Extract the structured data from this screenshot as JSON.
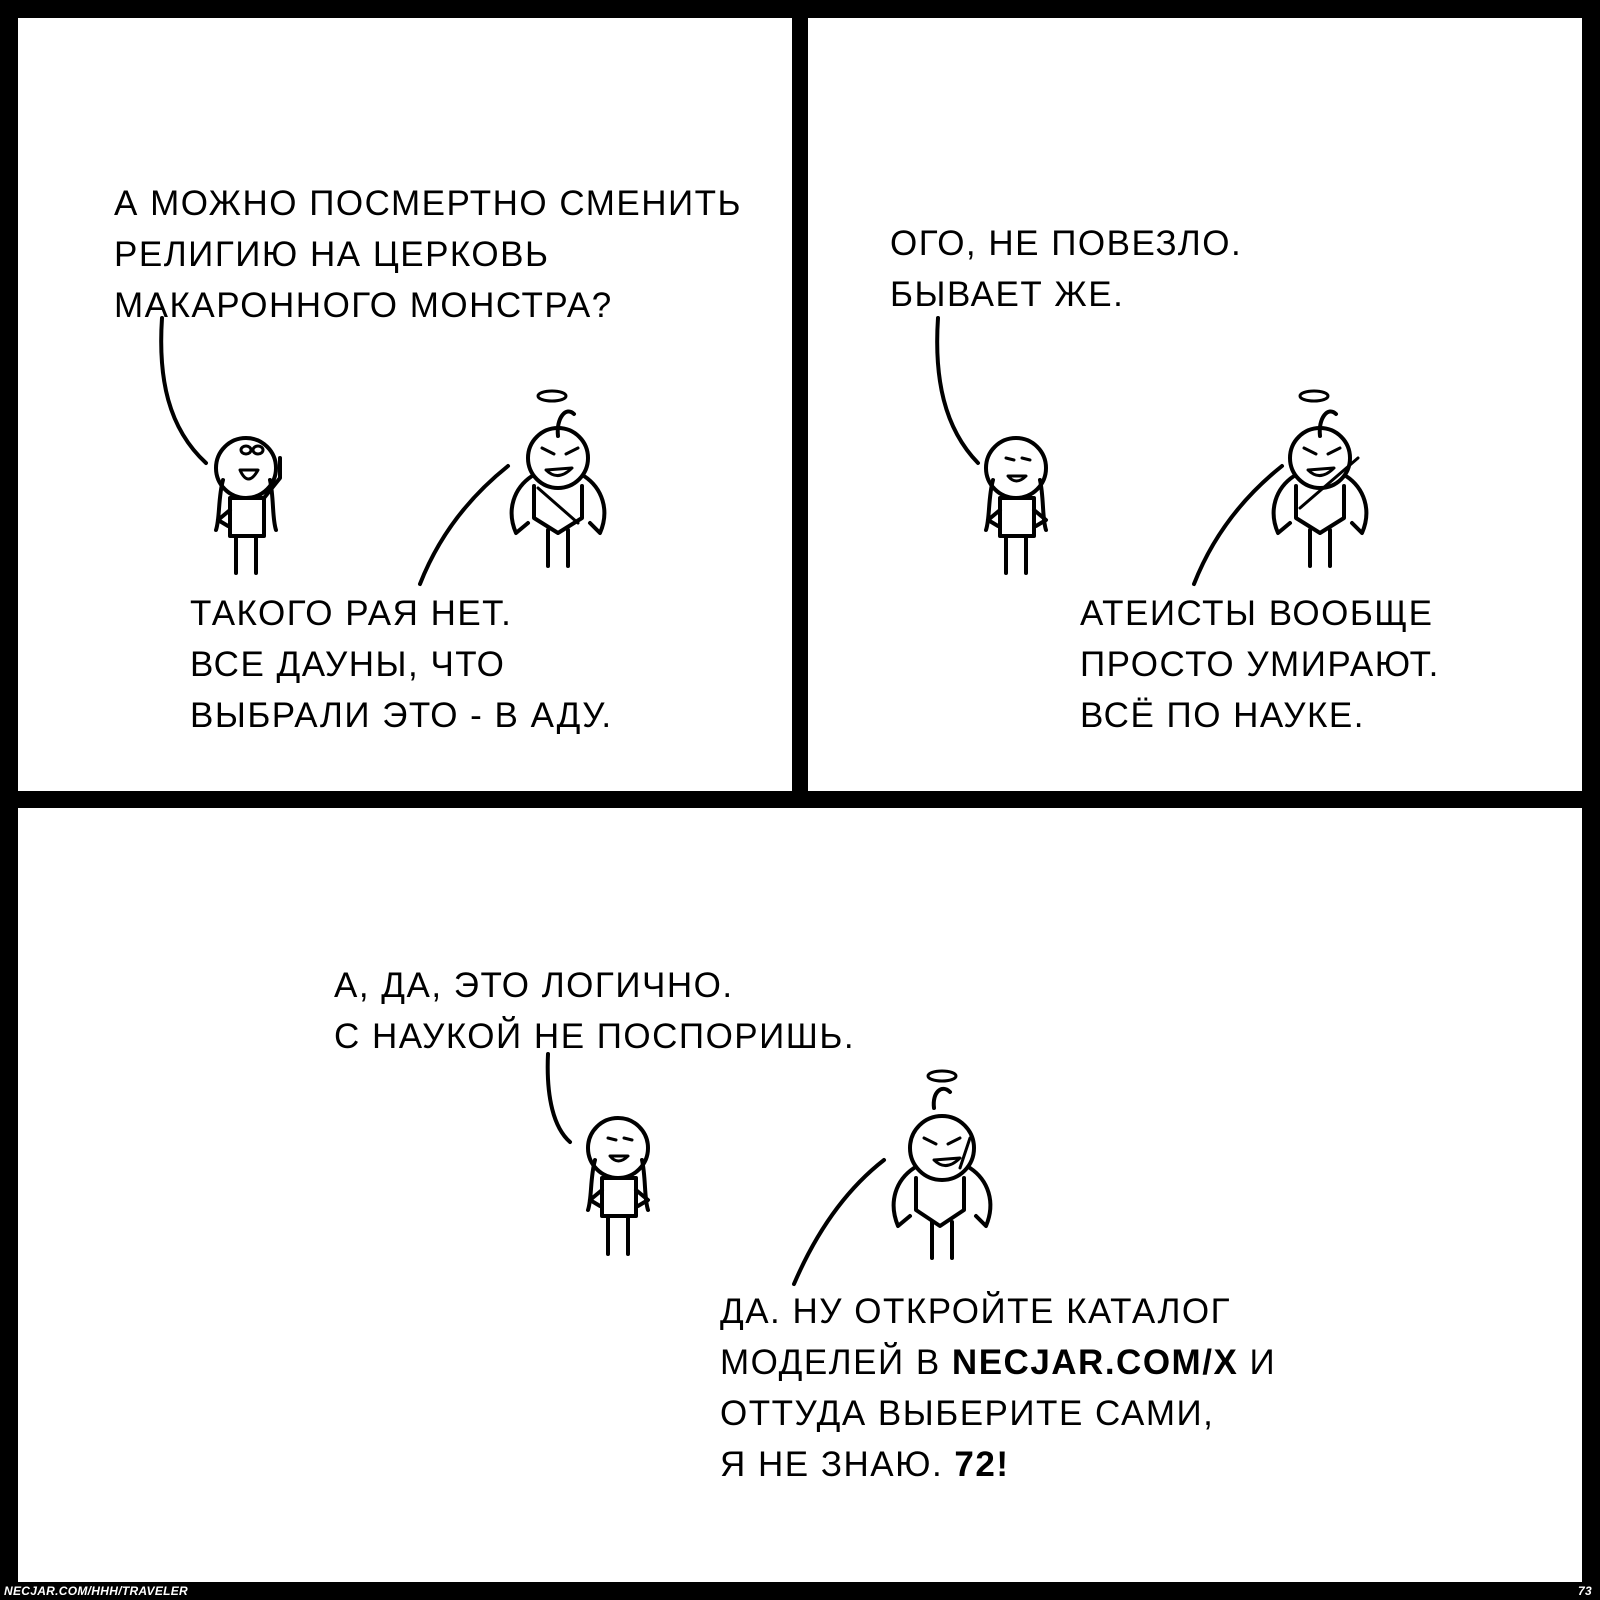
{
  "panel1": {
    "question": [
      "А МОЖНО ПОСМЕРТНО СМЕНИТЬ",
      "РЕЛИГИЮ НА ЦЕРКОВЬ",
      "МАКАРОННОГО МОНСТРА?"
    ],
    "answer": [
      "ТАКОГО РАЯ НЕТ.",
      "ВСЕ ДАУНЫ, ЧТО",
      "ВЫБРАЛИ ЭТО - В АДУ."
    ]
  },
  "panel2": {
    "question": [
      "ОГО, НЕ ПОВЕЗЛО.",
      "БЫВАЕТ ЖЕ."
    ],
    "answer": [
      "АТЕИСТЫ ВООБЩЕ",
      "ПРОСТО УМИРАЮТ.",
      "ВСЁ ПО НАУКЕ."
    ]
  },
  "panel3": {
    "question": [
      "А, ДА, ЭТО ЛОГИЧНО.",
      "С НАУКОЙ НЕ ПОСПОРИШЬ."
    ],
    "answer": {
      "line1": "ДА. НУ ОТКРОЙТЕ КАТАЛОГ",
      "line2_pre": "МОДЕЛЕЙ В ",
      "line2_link": "NECJAR.COM/X",
      "line2_post": " И",
      "line3": "ОТТУДА ВЫБЕРИТЕ САМИ,",
      "line4_pre": "Я НЕ ЗНАЮ. ",
      "line4_bold": "72!"
    }
  },
  "footer": {
    "left": "NECJAR.COM/HHH/TRAVELER",
    "right": "73"
  }
}
